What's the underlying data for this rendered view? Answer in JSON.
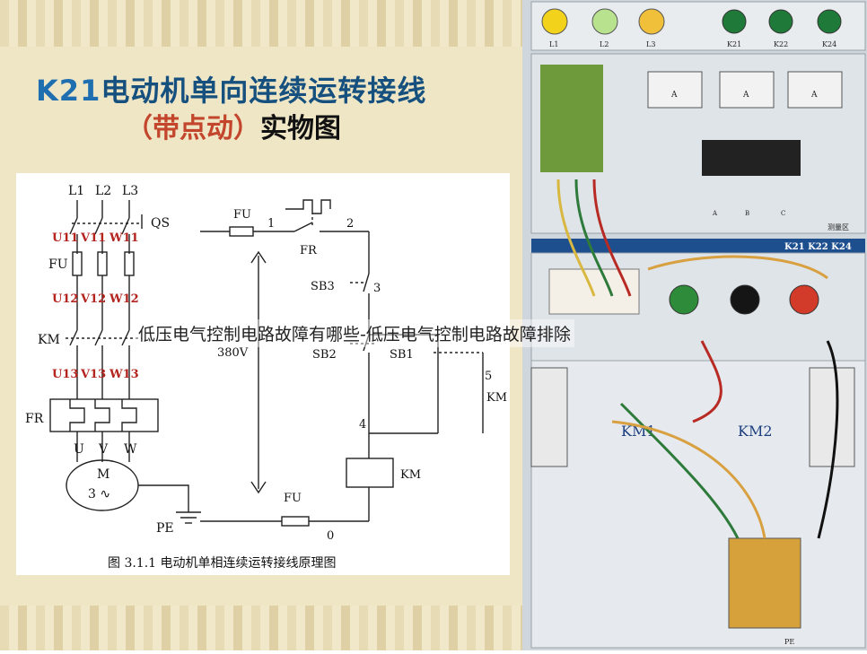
{
  "title": {
    "line1_code": "K21",
    "line1_rest": "电动机单向连续运转接线",
    "line2_paren": "（带点动）",
    "line2_rest": "实物图"
  },
  "overlay_text": "低压电气控制电路故障有哪些-低压电气控制电路故障排除",
  "schematic": {
    "caption": "图 3.1.1 电动机单相连续运转接线原理图",
    "phase_labels": [
      "L1",
      "L2",
      "L3"
    ],
    "qs_label": "QS",
    "fu_label": "FU",
    "km_label": "KM",
    "fr_label": "FR",
    "u11": "U11",
    "v11": "V11",
    "w11": "W11",
    "u12": "U12",
    "v12": "V12",
    "w12": "W12",
    "u13": "U13",
    "v13": "V13",
    "w13": "W13",
    "uvw": [
      "U",
      "V",
      "W"
    ],
    "motor_label": "M",
    "motor_sub": "3 ∿",
    "pe_label": "PE",
    "voltage": "380V",
    "ctrl": {
      "fu_top": "FU",
      "node1": "1",
      "node2": "2",
      "fr": "FR",
      "sb3": "SB3",
      "node3": "3",
      "sb2": "SB2",
      "sb1": "SB1",
      "node5": "5",
      "km_contact": "KM",
      "node4": "4",
      "km_coil": "KM",
      "fu_bottom": "FU",
      "node0": "0"
    }
  },
  "board": {
    "lamps": [
      "L1",
      "L2",
      "L3"
    ],
    "buttons": [
      "K21",
      "K22",
      "K24"
    ],
    "model_bar": "K21 K22 K24",
    "contactors": [
      "KM1",
      "KM2"
    ],
    "measure_label": "测量区",
    "pe": "PE",
    "meter_unit": "A",
    "abc": [
      "A",
      "B",
      "C"
    ]
  }
}
